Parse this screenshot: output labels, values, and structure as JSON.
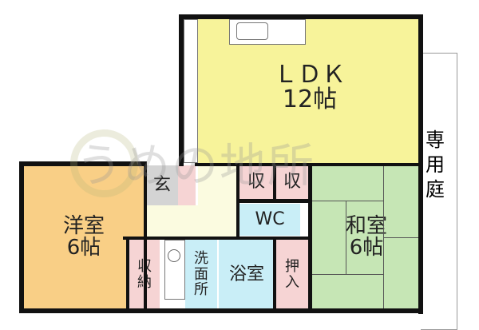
{
  "floorplan": {
    "rooms": {
      "ldk": {
        "label": "ＬＤＫ\n12帖",
        "color": "#f7f39a"
      },
      "western": {
        "label": "洋室\n6帖",
        "color": "#f9cf86"
      },
      "japanese": {
        "label": "和室\n6帖",
        "color": "#c6e6b5"
      },
      "entrance": {
        "label": "玄",
        "color": "#d4d4d4"
      },
      "storage1": {
        "label": "収",
        "color": "#f6d4d4"
      },
      "storage2": {
        "label": "収",
        "color": "#f6d4d4"
      },
      "wc": {
        "label": "WC",
        "color": "#c9eef7"
      },
      "bath": {
        "label": "浴室",
        "color": "#c9eef7"
      },
      "closet": {
        "label": "押\n入",
        "color": "#f6d4d4"
      },
      "storage_closet": {
        "label": "収\n納",
        "color": "#f6d4d4"
      },
      "washroom": {
        "label": "洗\n面\n所",
        "color": "#c9eef7"
      },
      "hall": {
        "label": "",
        "color": "#fbfbe0"
      }
    },
    "garden": {
      "label": "専\n用\n庭"
    },
    "watermark": "うめの地所"
  }
}
